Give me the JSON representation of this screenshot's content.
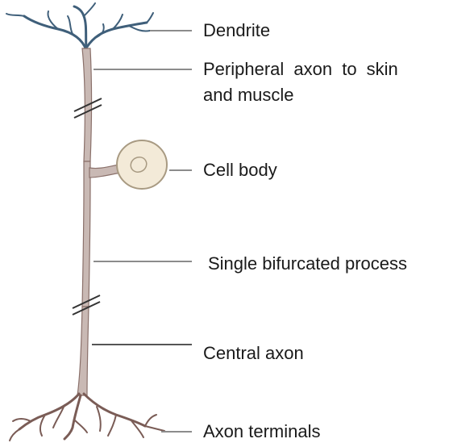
{
  "labels": {
    "dendrite": "Dendrite",
    "peripheral_axon_line1": "Peripheral axon to skin",
    "peripheral_axon_line2": "and muscle",
    "cell_body": "Cell body",
    "single_bifurcated_process": "Single bifurcated process",
    "central_axon": "Central axon",
    "axon_terminals": "Axon terminals"
  },
  "colors": {
    "axon_fill": "#c9b9b4",
    "axon_stroke": "#8a706a",
    "dendrite": "#3f5f7a",
    "cell_body_fill": "#f3ead8",
    "cell_body_stroke": "#a89a82",
    "leader_line": "#8c8c8c",
    "label_text": "#1a1a1a"
  }
}
